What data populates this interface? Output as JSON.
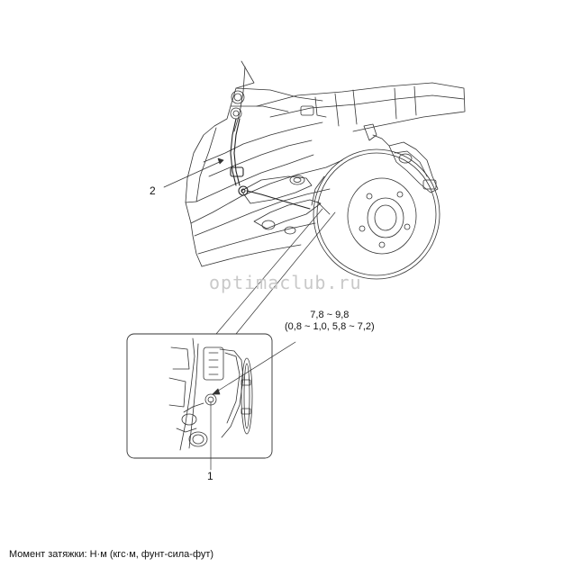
{
  "callouts": {
    "part_1": "1",
    "part_2": "2"
  },
  "torque_spec": {
    "metric": "7,8 ~ 9,8",
    "alternate": "(0,8 ~ 1,0, 5,8 ~ 7,2)"
  },
  "watermark": "optimaclub.ru",
  "footer": {
    "units_note": "Момент затяжки: Н·м (кгс·м, фунт-сила-фут)"
  },
  "colors": {
    "line": "#333333",
    "light_line": "#8a8a8a",
    "watermark": "#c9c9c9",
    "background": "#ffffff"
  }
}
